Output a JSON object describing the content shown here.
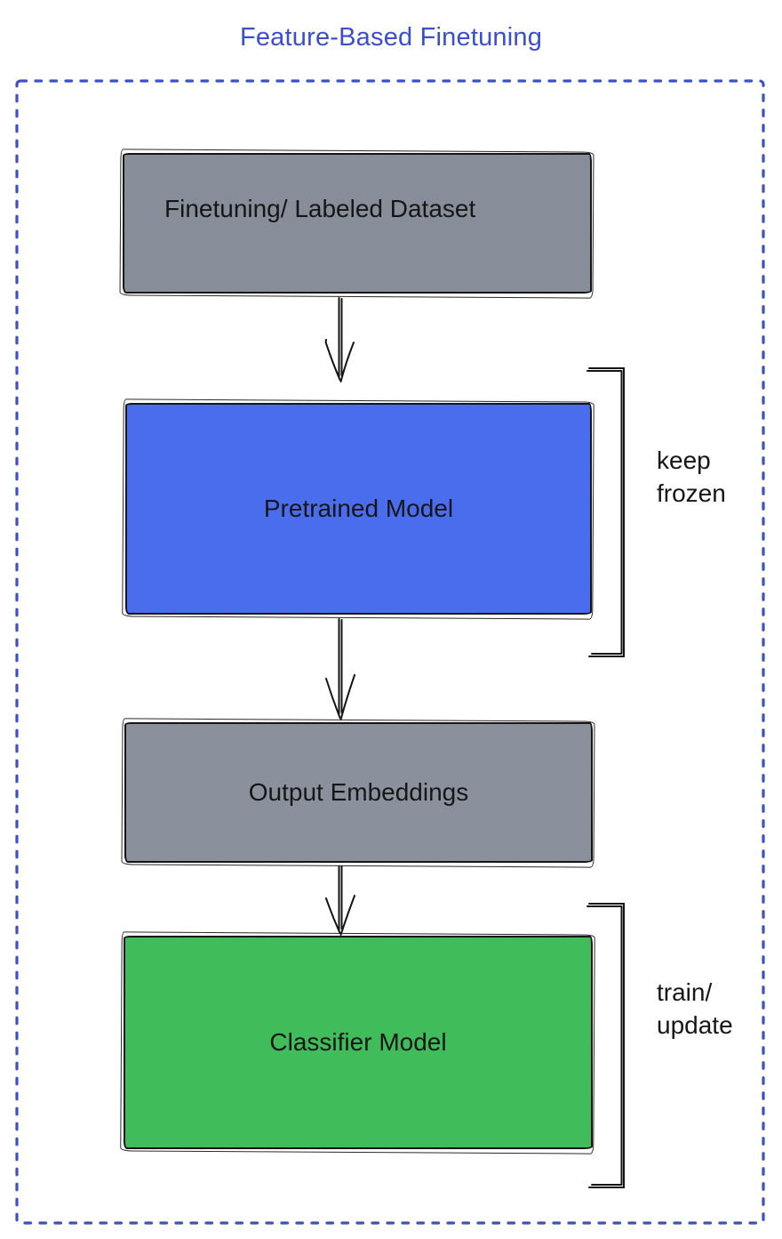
{
  "title": "Feature-Based Finetuning",
  "colors": {
    "title_blue": "#3a4ed2",
    "border_blue": "#3b52c6",
    "dataset_fill": "#878e99",
    "pretrained_fill": "#4a6ded",
    "embeddings_fill": "#8a919c",
    "classifier_fill": "#41bc5a",
    "ink": "#161616"
  },
  "nodes": {
    "dataset": {
      "label": "Finetuning/ Labeled Dataset"
    },
    "pretrained": {
      "label": "Pretrained Model"
    },
    "embeddings": {
      "label": "Output Embeddings"
    },
    "classifier": {
      "label": "Classifier Model"
    }
  },
  "annotations": {
    "keep_frozen": {
      "line1": "keep",
      "line2": "frozen"
    },
    "train_update": {
      "line1": "train/",
      "line2": "update"
    }
  }
}
